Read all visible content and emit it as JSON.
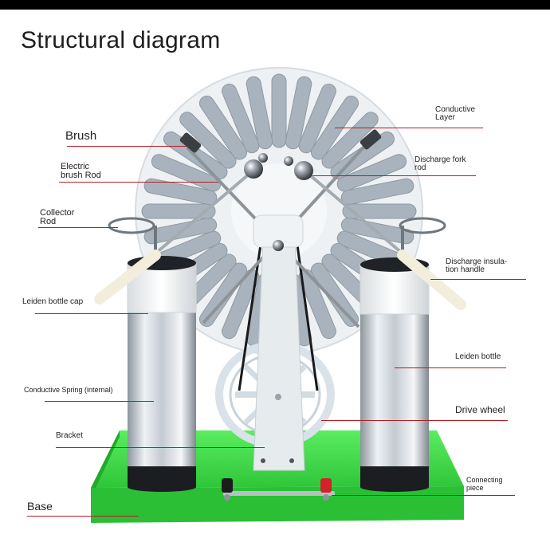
{
  "title": "Structural diagram",
  "labels": {
    "conductive_layer": [
      "Conductive",
      "Layer"
    ],
    "brush": "Brush",
    "electric_brush_rod": [
      "Electric",
      "brush Rod"
    ],
    "discharge_fork_rod": [
      "Discharge fork",
      "rod"
    ],
    "collector_rod": [
      "Collector",
      "Rod"
    ],
    "discharge_insulation_handle": [
      "Discharge insula-",
      "tion handle"
    ],
    "leiden_bottle_cap": "Leiden bottle cap",
    "leiden_bottle": "Leiden bottle",
    "conductive_spring": "Conductive Spring (internal)",
    "drive_wheel": "Drive wheel",
    "bracket": "Bracket",
    "connecting_piece": [
      "Connecting",
      "piece"
    ],
    "base": "Base"
  },
  "colors": {
    "leader_line": "#b51d25",
    "base_green": "#3fe04a",
    "disc": "#eef1f4",
    "foil": "#a9b3bd",
    "terminal_red": "#d0232a",
    "terminal_black": "#1c1c1c"
  }
}
